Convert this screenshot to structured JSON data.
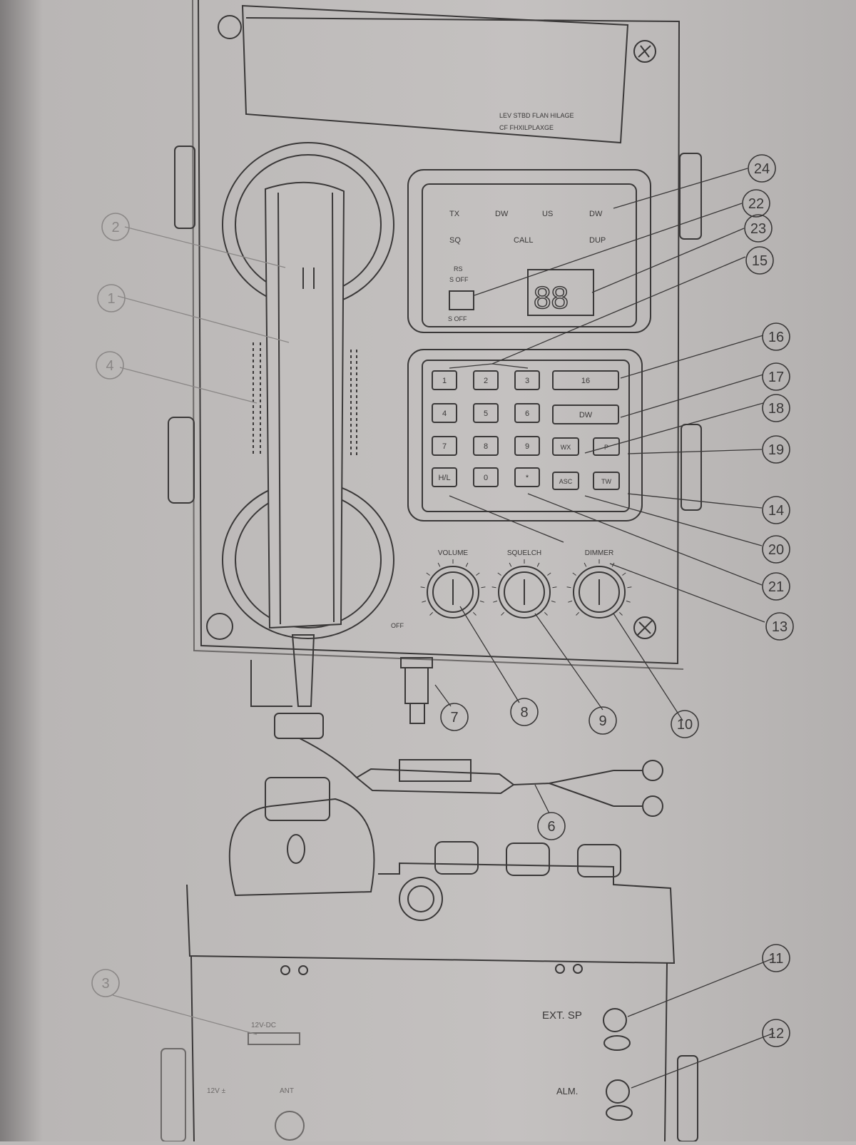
{
  "plate": {
    "line1": "LEV STBD FLAN HILAGE",
    "line2": "CF FHXILPLAXGE"
  },
  "indicators": {
    "row1": [
      "TX",
      "DW",
      "US",
      "DW"
    ],
    "row2": [
      "SQ",
      "CALL",
      "DUP"
    ],
    "switch_top": "RS",
    "switch_mid": "S OFF",
    "switch_bottom": "S OFF",
    "channel_display": "88"
  },
  "keypad": {
    "keys": [
      [
        "1",
        "2",
        "3"
      ],
      [
        "4",
        "5",
        "6"
      ],
      [
        "7",
        "8",
        "9"
      ],
      [
        "H/L",
        "0",
        "*"
      ]
    ],
    "wide_keys": [
      "16",
      "DW"
    ],
    "small_keys_row3": [
      "WX",
      "P"
    ],
    "small_keys_row4": [
      "ASC",
      "TW"
    ]
  },
  "knobs": {
    "labels": [
      "VOLUME",
      "SQUELCH",
      "DIMMER"
    ],
    "off_label": "OFF"
  },
  "callouts": [
    "24",
    "22",
    "23",
    "15",
    "16",
    "17",
    "18",
    "19",
    "14",
    "20",
    "21",
    "13",
    "7",
    "8",
    "9",
    "10",
    "6",
    "11",
    "12",
    "1",
    "2",
    "3",
    "4"
  ],
  "base": {
    "ext_label": "EXT. SP",
    "alm_label": "ALM.",
    "base_switch_label": "12V-DC",
    "bottom_label": "12V ±",
    "bottom_label2": "ANT"
  },
  "colors": {
    "paper": "#bdbab9",
    "ink": "#3a3838",
    "faint": "#8a8786"
  }
}
